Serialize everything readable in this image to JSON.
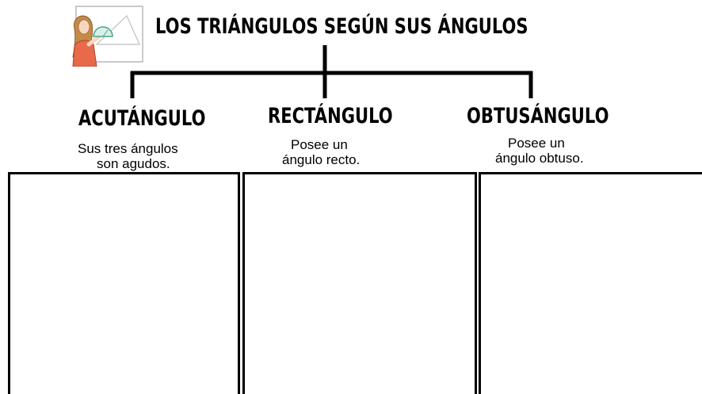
{
  "title": "LOS TRIÁNGULOS SEGÚN SUS ÁNGULOS",
  "illustration_icon": "girl-measuring-triangle-icon",
  "categories": [
    {
      "name": "ACUTÁNGULO",
      "description_line1": "Sus tres ángulos",
      "description_line2": "son agudos."
    },
    {
      "name": "RECTÁNGULO",
      "description_line1": "Posee un",
      "description_line2": "ángulo recto."
    },
    {
      "name": "OBTUSÁNGULO",
      "description_line1": "Posee un",
      "description_line2": "ángulo obtuso."
    }
  ],
  "colors": {
    "line": "#000000",
    "background": "#ffffff"
  }
}
